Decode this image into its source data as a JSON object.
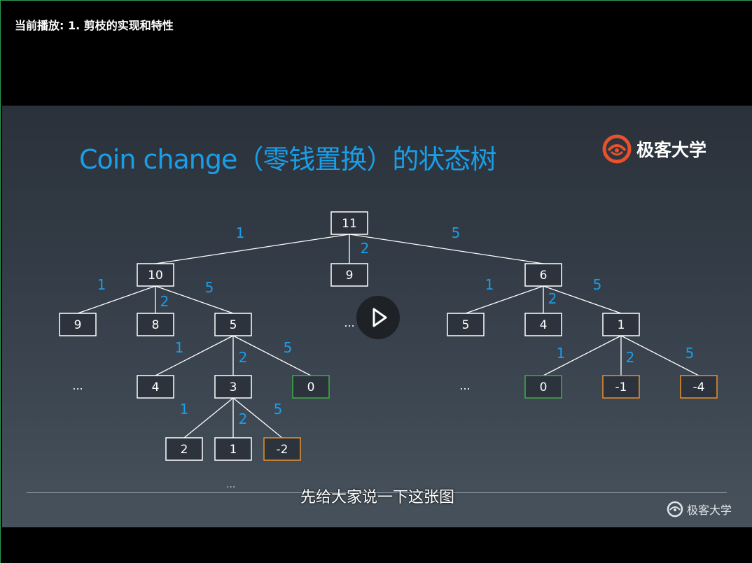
{
  "now_playing": "当前播放: 1. 剪枝的实现和特性",
  "slide": {
    "title": "Coin change（零钱置换）的状态树",
    "brand": "极客大学",
    "subtitle": "先给大家说一下这张图",
    "watermark": "极客大学",
    "rule_dots": "..."
  },
  "colors": {
    "title": "#1a9ee8",
    "edge_label": "#1a9ee8",
    "node_default": "#ffffff",
    "node_zero": "#3cb043",
    "node_negative": "#e8922a",
    "brand_logo": "#e8512c"
  },
  "tree": {
    "nodes": [
      {
        "id": "n11",
        "label": "11",
        "kind": "default"
      },
      {
        "id": "n10",
        "label": "10",
        "kind": "default"
      },
      {
        "id": "n9a",
        "label": "9",
        "kind": "default"
      },
      {
        "id": "n6",
        "label": "6",
        "kind": "default"
      },
      {
        "id": "n9b",
        "label": "9",
        "kind": "default"
      },
      {
        "id": "n8",
        "label": "8",
        "kind": "default"
      },
      {
        "id": "n5a",
        "label": "5",
        "kind": "default"
      },
      {
        "id": "n4a",
        "label": "4",
        "kind": "default"
      },
      {
        "id": "n3",
        "label": "3",
        "kind": "default"
      },
      {
        "id": "n0a",
        "label": "0",
        "kind": "zero"
      },
      {
        "id": "n2",
        "label": "2",
        "kind": "default"
      },
      {
        "id": "n1a",
        "label": "1",
        "kind": "default"
      },
      {
        "id": "nm2",
        "label": "-2",
        "kind": "negative"
      },
      {
        "id": "n5b",
        "label": "5",
        "kind": "default"
      },
      {
        "id": "n4b",
        "label": "4",
        "kind": "default"
      },
      {
        "id": "n1b",
        "label": "1",
        "kind": "default"
      },
      {
        "id": "n0b",
        "label": "0",
        "kind": "zero"
      },
      {
        "id": "nm1",
        "label": "-1",
        "kind": "negative"
      },
      {
        "id": "nm4",
        "label": "-4",
        "kind": "negative"
      }
    ],
    "edges": [
      {
        "from": "n11",
        "to": "n10",
        "label": "1"
      },
      {
        "from": "n11",
        "to": "n9a",
        "label": "2"
      },
      {
        "from": "n11",
        "to": "n6",
        "label": "5"
      },
      {
        "from": "n10",
        "to": "n9b",
        "label": "1"
      },
      {
        "from": "n10",
        "to": "n8",
        "label": "2"
      },
      {
        "from": "n10",
        "to": "n5a",
        "label": "5"
      },
      {
        "from": "n5a",
        "to": "n4a",
        "label": "1"
      },
      {
        "from": "n5a",
        "to": "n3",
        "label": "2"
      },
      {
        "from": "n5a",
        "to": "n0a",
        "label": "5"
      },
      {
        "from": "n3",
        "to": "n2",
        "label": "1"
      },
      {
        "from": "n3",
        "to": "n1a",
        "label": "2"
      },
      {
        "from": "n3",
        "to": "nm2",
        "label": "5"
      },
      {
        "from": "n6",
        "to": "n5b",
        "label": "1"
      },
      {
        "from": "n6",
        "to": "n4b",
        "label": "2"
      },
      {
        "from": "n6",
        "to": "n1b",
        "label": "5"
      },
      {
        "from": "n1b",
        "to": "n0b",
        "label": "1"
      },
      {
        "from": "n1b",
        "to": "nm1",
        "label": "2"
      },
      {
        "from": "n1b",
        "to": "nm4",
        "label": "5"
      }
    ],
    "ellipses": [
      "...",
      "...",
      "..."
    ]
  },
  "icons": {
    "brand_logo": "geekbang-logo-icon",
    "play": "play-icon",
    "watermark_logo": "geekbang-logo-icon"
  }
}
